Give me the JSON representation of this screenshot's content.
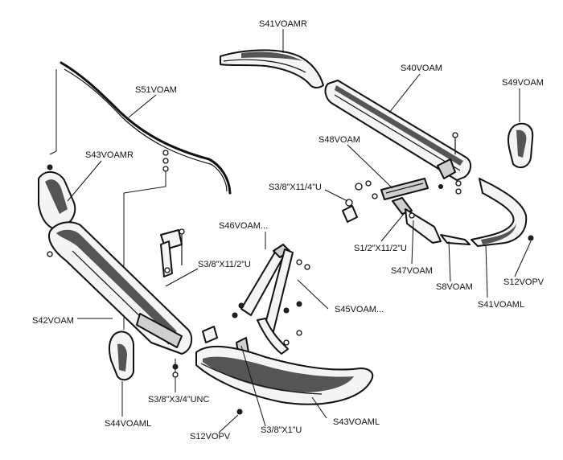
{
  "labels": {
    "s41voamr": "S41VOAMR",
    "s40voam": "S40VOAM",
    "s49voam": "S49VOAM",
    "s51voam": "S51VOAM",
    "s48voam": "S48VOAM",
    "s43voamr": "S43VOAMR",
    "bolt_3_8_x_1_1_4_u": "S3/8”X11/4”U",
    "bolt_1_2_x_1_1_2_u": "S1/2”X11/2”U",
    "s46voam": "S46VOAM...",
    "bolt_3_8_x_1_1_2_u": "S3/8”X11/2”U",
    "s47voam": "S47VOAM",
    "s8voam": "S8VOAM",
    "s12vopv_right": "S12VOPV",
    "s41voaml": "S41VOAML",
    "s45voam": "S45VOAM...",
    "s42voam": "S42VOAM",
    "bolt_3_8_x_3_4_unc": "S3/8”X3/4”UNC",
    "s44voaml": "S44VOAML",
    "s43voaml": "S43VOAML",
    "bolt_3_8_x_1_u": "S3/8”X1”U",
    "s12vopv_bottom": "S12VOPV"
  }
}
